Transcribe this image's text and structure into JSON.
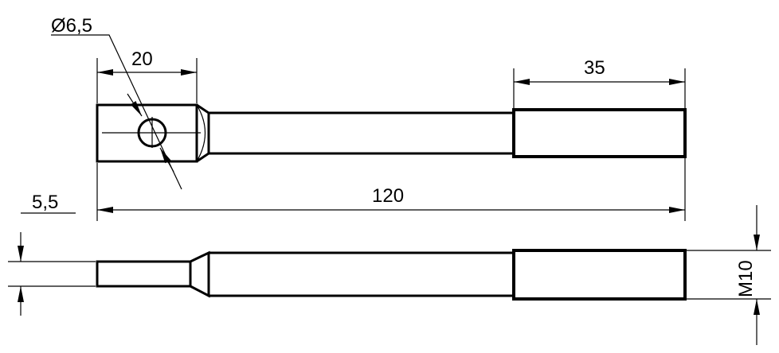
{
  "dimensions": {
    "diameter": "Ø6,5",
    "head_length": "20",
    "thread_length": "35",
    "total_length": "120",
    "flat_thickness": "5,5",
    "thread_size": "M10"
  }
}
